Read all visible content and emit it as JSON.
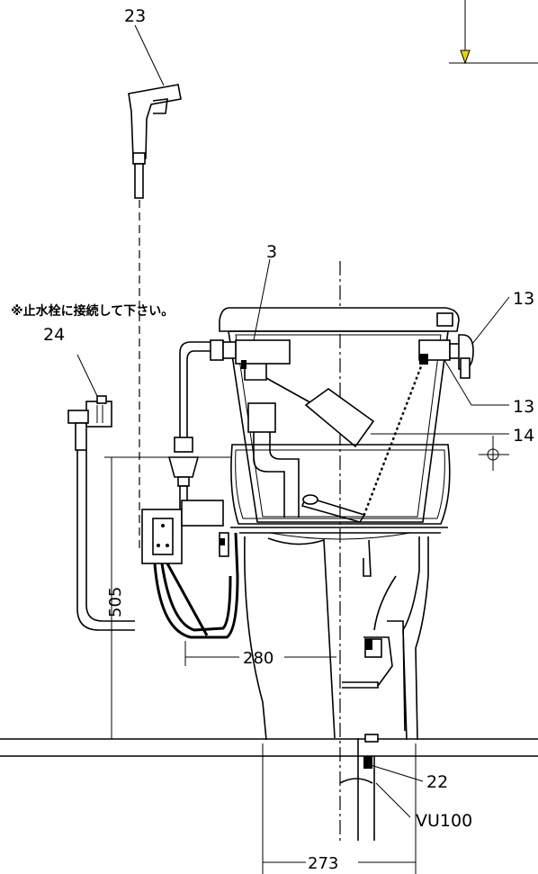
{
  "labels": {
    "part_23": "23",
    "part_3": "3",
    "part_24": "24",
    "part_13_top": "13",
    "part_13_mid": "13",
    "part_14": "14",
    "part_22": "22",
    "pipe_vu100": "VU100"
  },
  "note": "※止水栓に接続して下さい。",
  "dimensions": {
    "height_505": "505",
    "width_280": "280",
    "width_273": "273"
  },
  "colors": {
    "ink": "#000000",
    "arrow": "#e8d400",
    "background": "#ffffff"
  }
}
